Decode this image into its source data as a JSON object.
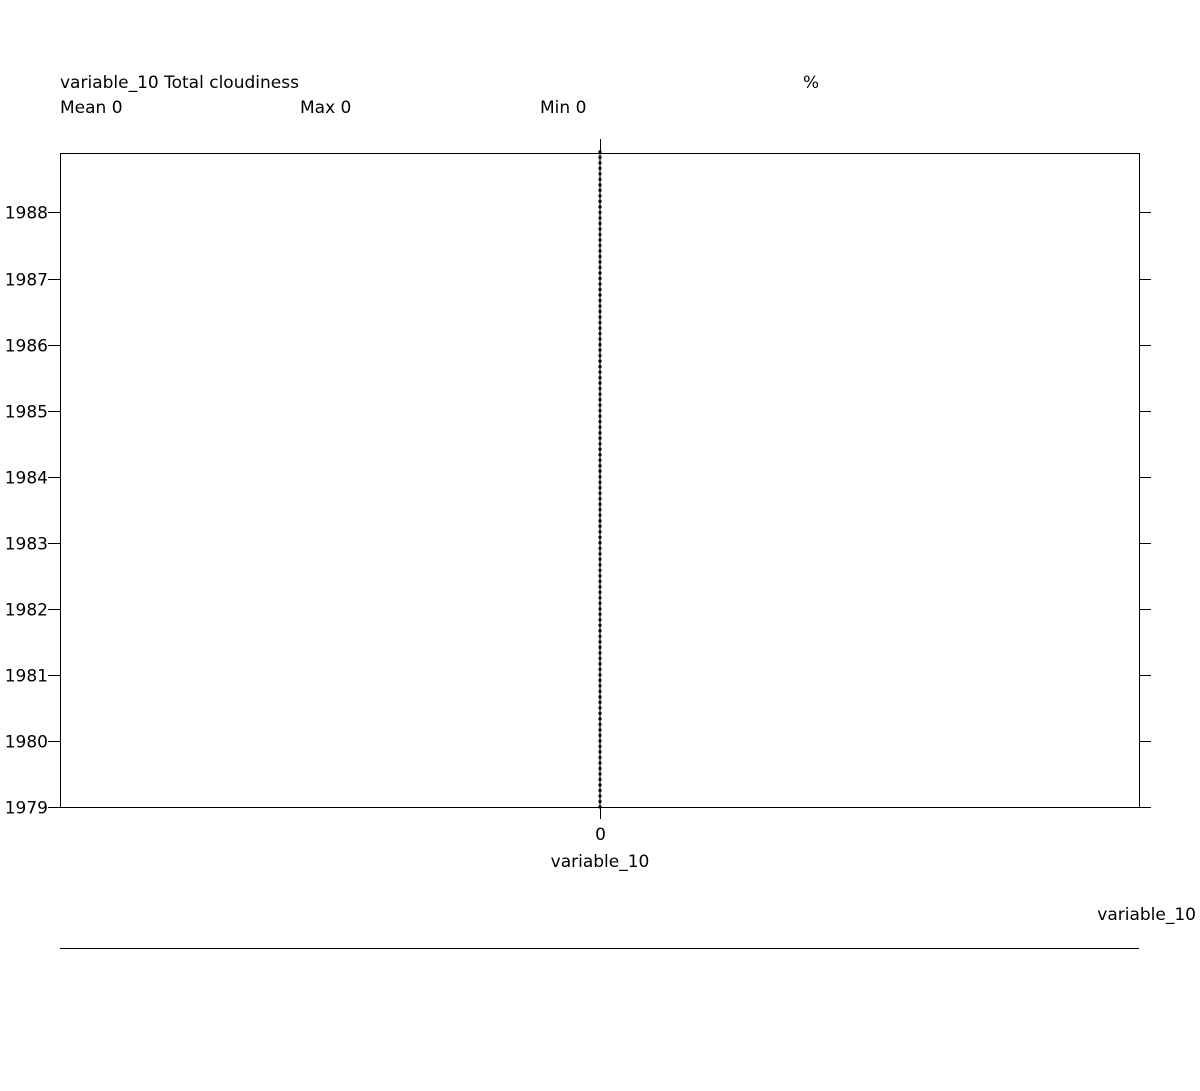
{
  "header": {
    "title": "variable_10 Total cloudiness",
    "unit": "%",
    "mean_label": "Mean 0",
    "max_label": "Max 0",
    "min_label": "Min 0"
  },
  "footer": {
    "variable_label": "variable_10"
  },
  "colors": {
    "line": "#000000",
    "background": "#ffffff"
  },
  "chart_data": {
    "type": "line",
    "title": "variable_10 Total cloudiness",
    "unit": "%",
    "xlabel": "variable_10",
    "ylabel": "",
    "x_ticks": [
      "0"
    ],
    "y_ticks": [
      "1979",
      "1980",
      "1981",
      "1982",
      "1983",
      "1984",
      "1985",
      "1986",
      "1987",
      "1988"
    ],
    "ylim": [
      1979,
      1988.9
    ],
    "grid": false,
    "series": [
      {
        "name": "variable_10",
        "points_per_year": 12,
        "start_year": 1979,
        "values": [
          0,
          0,
          0,
          0,
          0,
          0,
          0,
          0,
          0,
          0,
          0,
          0,
          0,
          0,
          0,
          0,
          0,
          0,
          0,
          0,
          0,
          0,
          0,
          0,
          0,
          0,
          0,
          0,
          0,
          0,
          0,
          0,
          0,
          0,
          0,
          0,
          0,
          0,
          0,
          0,
          0,
          0,
          0,
          0,
          0,
          0,
          0,
          0,
          0,
          0,
          0,
          0,
          0,
          0,
          0,
          0,
          0,
          0,
          0,
          0,
          0,
          0,
          0,
          0,
          0,
          0,
          0,
          0,
          0,
          0,
          0,
          0,
          0,
          0,
          0,
          0,
          0,
          0,
          0,
          0,
          0,
          0,
          0,
          0,
          0,
          0,
          0,
          0,
          0,
          0,
          0,
          0,
          0,
          0,
          0,
          0,
          0,
          0,
          0,
          0,
          0,
          0,
          0,
          0,
          0,
          0,
          0,
          0,
          0,
          0,
          0,
          0,
          0,
          0,
          0,
          0,
          0,
          0,
          0,
          0
        ]
      }
    ]
  }
}
